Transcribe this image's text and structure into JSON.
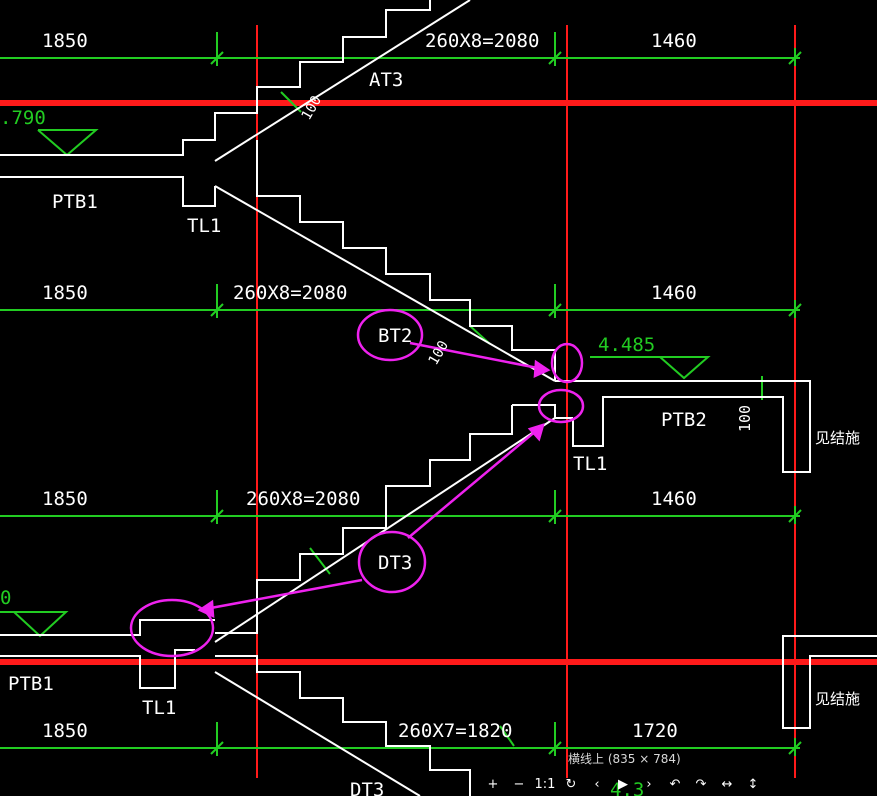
{
  "colors": {
    "background": "#000000",
    "axis_line": "#ff1a1a",
    "dimension_line": "#22cc22",
    "outline": "#ffffff",
    "annotation": "#ee22ee"
  },
  "dimensions": {
    "row1": [
      "1850",
      "260X8=2080",
      "1460"
    ],
    "row2": [
      "1850",
      "260X8=2080",
      "1460"
    ],
    "row3": [
      "1850",
      "260X8=2080",
      "1460"
    ],
    "row4": [
      "1850",
      "260X7=1820",
      "1720"
    ]
  },
  "labels": {
    "stair_at3": "AT3",
    "stair_dt3": "DT3",
    "stair_dt3_bottom": "DT3",
    "platform_ptb1_top": "PTB1",
    "platform_ptb1_bottom": "PTB1",
    "platform_ptb2": "PTB2",
    "beam_tl1_top": "TL1",
    "beam_tl1_mid": "TL1",
    "beam_tl1_bottom": "TL1",
    "callout_bt2": "BT2",
    "thickness_100": "100",
    "thickness_100_a": "100",
    "thickness_100_b": "100",
    "elevation_top": ".790",
    "elevation_mid": "4.485",
    "elevation_left": "0",
    "elevation_bottom": "4.3",
    "see_detail_1": "见结施",
    "see_detail_2": "见结施"
  },
  "viewer": {
    "label": "横线上 (835 × 784)",
    "tools": [
      "+",
      "−",
      "1:1",
      "↻",
      "‹",
      "▶",
      "›",
      "↶",
      "↷",
      "↔",
      "↕"
    ]
  }
}
